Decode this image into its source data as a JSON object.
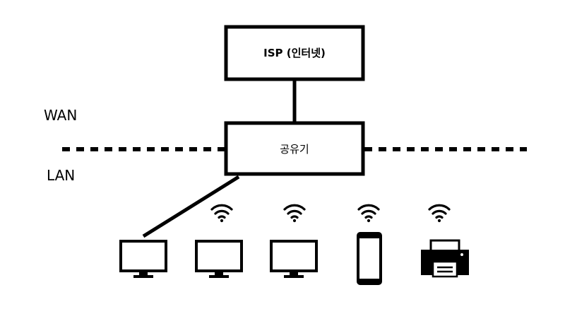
{
  "diagram": {
    "isp_box": {
      "label": "ISP (인터넷)"
    },
    "router_box": {
      "label": "공유기"
    },
    "zones": {
      "wan": "WAN",
      "lan": "LAN"
    },
    "devices": [
      {
        "kind": "monitor",
        "connection": "wired",
        "icon": "monitor-icon"
      },
      {
        "kind": "monitor",
        "connection": "wifi",
        "icon": "monitor-icon"
      },
      {
        "kind": "monitor",
        "connection": "wifi",
        "icon": "monitor-icon"
      },
      {
        "kind": "smartphone",
        "connection": "wifi",
        "icon": "smartphone-icon"
      },
      {
        "kind": "printer",
        "connection": "wifi",
        "icon": "printer-icon"
      }
    ],
    "colors": {
      "stroke": "#000000",
      "background": "#ffffff"
    }
  }
}
